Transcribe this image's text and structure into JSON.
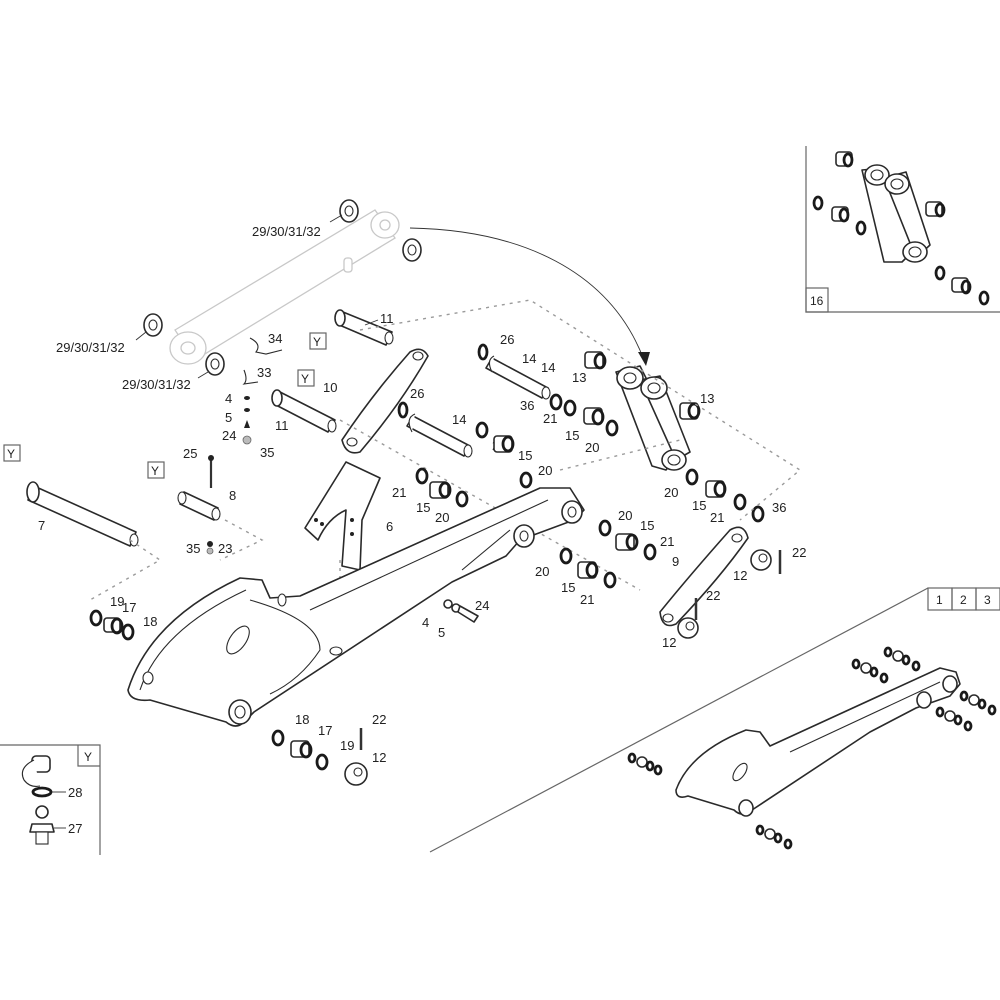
{
  "diagram": {
    "type": "exploded-parts-diagram",
    "subject": "Loader boom/lift arm assembly",
    "callouts": {
      "c_29a": "29/30/31/32",
      "c_29b": "29/30/31/32",
      "c_29c": "29/30/31/32",
      "c_34": "34",
      "c_33": "33",
      "c_11a": "11",
      "c_11b": "11",
      "c_4a": "4",
      "c_5a": "5",
      "c_24a": "24",
      "c_35a": "35",
      "c_10": "10",
      "c_26a": "26",
      "c_26b": "26",
      "c_14a": "14",
      "c_14b": "14",
      "c_14c": "14",
      "c_36a": "36",
      "c_21a": "21",
      "c_13a": "13",
      "c_13b": "13",
      "c_15a": "15",
      "c_20a": "20",
      "c_25": "25",
      "c_8": "8",
      "c_7": "7",
      "c_35b": "35",
      "c_23": "23",
      "c_6": "6",
      "c_21b": "21",
      "c_15b": "15",
      "c_20b": "20",
      "c_21c": "21",
      "c_15c": "15",
      "c_20c": "20",
      "c_20d": "20",
      "c_15d": "15",
      "c_21d": "21",
      "c_20e": "20",
      "c_15e": "15",
      "c_21e": "21",
      "c_36b": "36",
      "c_9": "9",
      "c_12a": "12",
      "c_22a": "22",
      "c_22b": "22",
      "c_12b": "12",
      "c_20f": "20",
      "c_15f": "15",
      "c_21f": "21",
      "c_19a": "19",
      "c_17a": "17",
      "c_18a": "18",
      "c_4b": "4",
      "c_5b": "5",
      "c_24b": "24",
      "c_18b": "18",
      "c_17b": "17",
      "c_19b": "19",
      "c_22c": "22",
      "c_12c": "12",
      "c_28": "28",
      "c_27": "27"
    },
    "reference_tags": {
      "y1": "Y",
      "y2": "Y",
      "y3": "Y",
      "y4": "Y",
      "y5": "Y"
    },
    "inset_kit": {
      "label": "16"
    },
    "inset_grease": {
      "tag": "Y",
      "items": [
        "28",
        "27"
      ]
    },
    "variant_boxes": [
      "1",
      "2",
      "3"
    ]
  }
}
